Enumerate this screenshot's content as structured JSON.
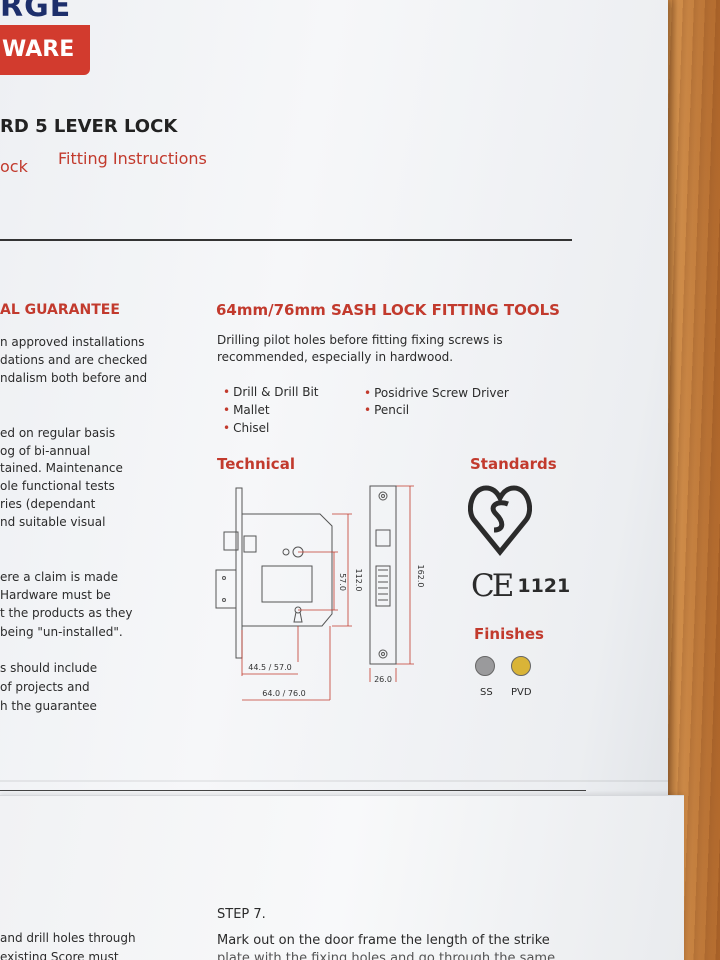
{
  "header": {
    "logo_line1": "RGE",
    "logo_line2": "WARE",
    "title": "RD 5 LEVER LOCK",
    "subtitle_left": "ock",
    "subtitle_right": "Fitting Instructions"
  },
  "left_column": {
    "heading": "AL GUARANTEE",
    "lines": [
      "n approved installations",
      "dations and are checked",
      "ndalism both before and",
      "ed on regular basis",
      "og of bi-annual",
      "tained. Maintenance",
      "ole functional tests",
      "ries (dependant",
      "nd suitable visual",
      "ere a claim is made",
      "Hardware must be",
      "t the products as they",
      "being \"un-installed\".",
      "s should include",
      " of projects and",
      "h the guarantee"
    ],
    "bottom_lines": [
      "and drill holes through",
      "existing Score must"
    ]
  },
  "tools_section": {
    "heading": "64mm/76mm SASH LOCK FITTING TOOLS",
    "paragraph_line1": "Drilling pilot holes before fitting fixing screws is",
    "paragraph_line2": "recommended, especially in hardwood.",
    "bullet": "•",
    "tools_left": [
      "Drill & Drill Bit",
      "Mallet",
      "Chisel"
    ],
    "tools_right": [
      "Posidrive Screw Driver",
      "Pencil"
    ]
  },
  "technical": {
    "heading": "Technical",
    "dimensions": {
      "backset": "44.5 / 57.0",
      "case_depth": "64.0 / 76.0",
      "centres": "57.0",
      "case_height": "112.0",
      "forend_height": "162.0",
      "forend_width": "26.0"
    }
  },
  "standards": {
    "heading": "Standards",
    "ce_mark": "CE",
    "ce_number": "1121",
    "ukca_icon": "kitemark-icon"
  },
  "finishes": {
    "heading": "Finishes",
    "items": [
      {
        "label": "SS",
        "color": "#9a9a9c"
      },
      {
        "label": "PVD",
        "color": "#d9b437"
      }
    ]
  },
  "step": {
    "heading": "STEP 7.",
    "line1": "Mark out on the door frame the length of the strike",
    "line2": "plate with the fixing holes and go through the same"
  },
  "colors": {
    "accent_red": "#c23a2d",
    "logo_blue": "#1d2f6b",
    "logo_red": "#d23b2e",
    "wood": "#c8823f"
  }
}
